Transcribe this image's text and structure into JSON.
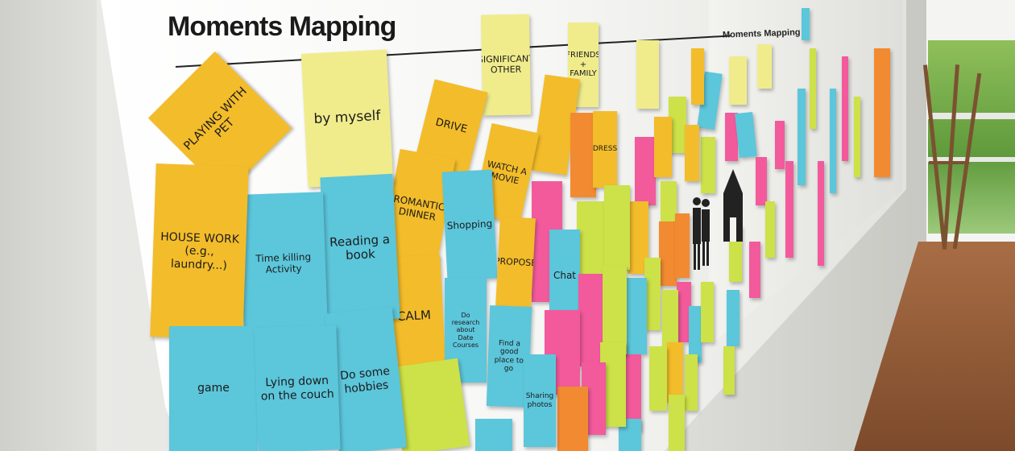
{
  "title": "Moments Mapping",
  "title_small": "Moments Mapping",
  "notes": {
    "playing_with_pet": "PLAYING WITH PET",
    "by_myself": "by myself",
    "significant_other": "SIGNIFICANT OTHER",
    "friends_family": "FRIENDS + FAMILY",
    "drive": "DRIVE",
    "watch_a_movie": "WATCH A MOVIE",
    "romantic_dinner": "ROMANTIC DINNER",
    "shopping": "Shopping",
    "reading_a_book": "Reading a book",
    "time_killing": "Time killing Activity",
    "house_work": "HOUSE WORK (e.g., laundry...)",
    "calm": "CALM",
    "propose": "PROPOSE",
    "chat": "Chat",
    "do_some_hobbies": "Do some hobbies",
    "lying_down": "Lying down on the couch",
    "game": "game",
    "find_a_good_place": "Find a good place to go",
    "sharing_photos": "Sharing photos",
    "date_courses": "Do research about Date Courses",
    "dress": "DRESS"
  },
  "colors": {
    "yellow": "#f3bc2a",
    "light_yellow": "#f0ec8c",
    "blue": "#5cc6db",
    "pink": "#f25a9c",
    "green": "#cde148",
    "orange": "#f28a31"
  }
}
